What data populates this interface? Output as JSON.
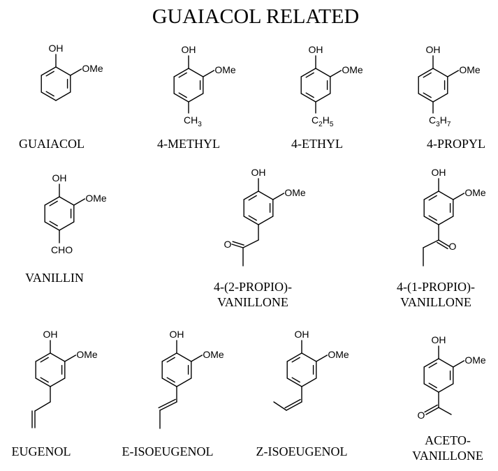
{
  "title": "GUAIACOL RELATED",
  "molecules": [
    {
      "name": "GUAIACOL",
      "oh": "OH",
      "ome": "OMe",
      "sub": null
    },
    {
      "name": "4-METHYL",
      "oh": "OH",
      "ome": "OMe",
      "sub": {
        "main": "CH",
        "sub": "3"
      }
    },
    {
      "name": "4-ETHYL",
      "oh": "OH",
      "ome": "OMe",
      "sub": {
        "main": "C",
        "sub": "2",
        "tail": "H",
        "sub2": "5"
      }
    },
    {
      "name": "4-PROPYL",
      "oh": "OH",
      "ome": "OMe",
      "sub": {
        "main": "C",
        "sub": "3",
        "tail": "H",
        "sub2": "7"
      }
    },
    {
      "name": "VANILLIN",
      "oh": "OH",
      "ome": "OMe",
      "sub": {
        "main": "CHO"
      }
    },
    {
      "name_lines": [
        "4-(2-PROPIO)-",
        "VANILLONE"
      ],
      "oh": "OH",
      "ome": "OMe",
      "o": "O"
    },
    {
      "name_lines": [
        "4-(1-PROPIO)-",
        "VANILLONE"
      ],
      "oh": "OH",
      "ome": "OMe",
      "o": "O"
    },
    {
      "name": "EUGENOL",
      "oh": "OH",
      "ome": "OMe"
    },
    {
      "name": "E-ISOEUGENOL",
      "oh": "OH",
      "ome": "OMe"
    },
    {
      "name": "Z-ISOEUGENOL",
      "oh": "OH",
      "ome": "OMe"
    },
    {
      "name_lines": [
        "ACETO-",
        "VANILLONE"
      ],
      "oh": "OH",
      "ome": "OMe",
      "o": "O"
    }
  ]
}
